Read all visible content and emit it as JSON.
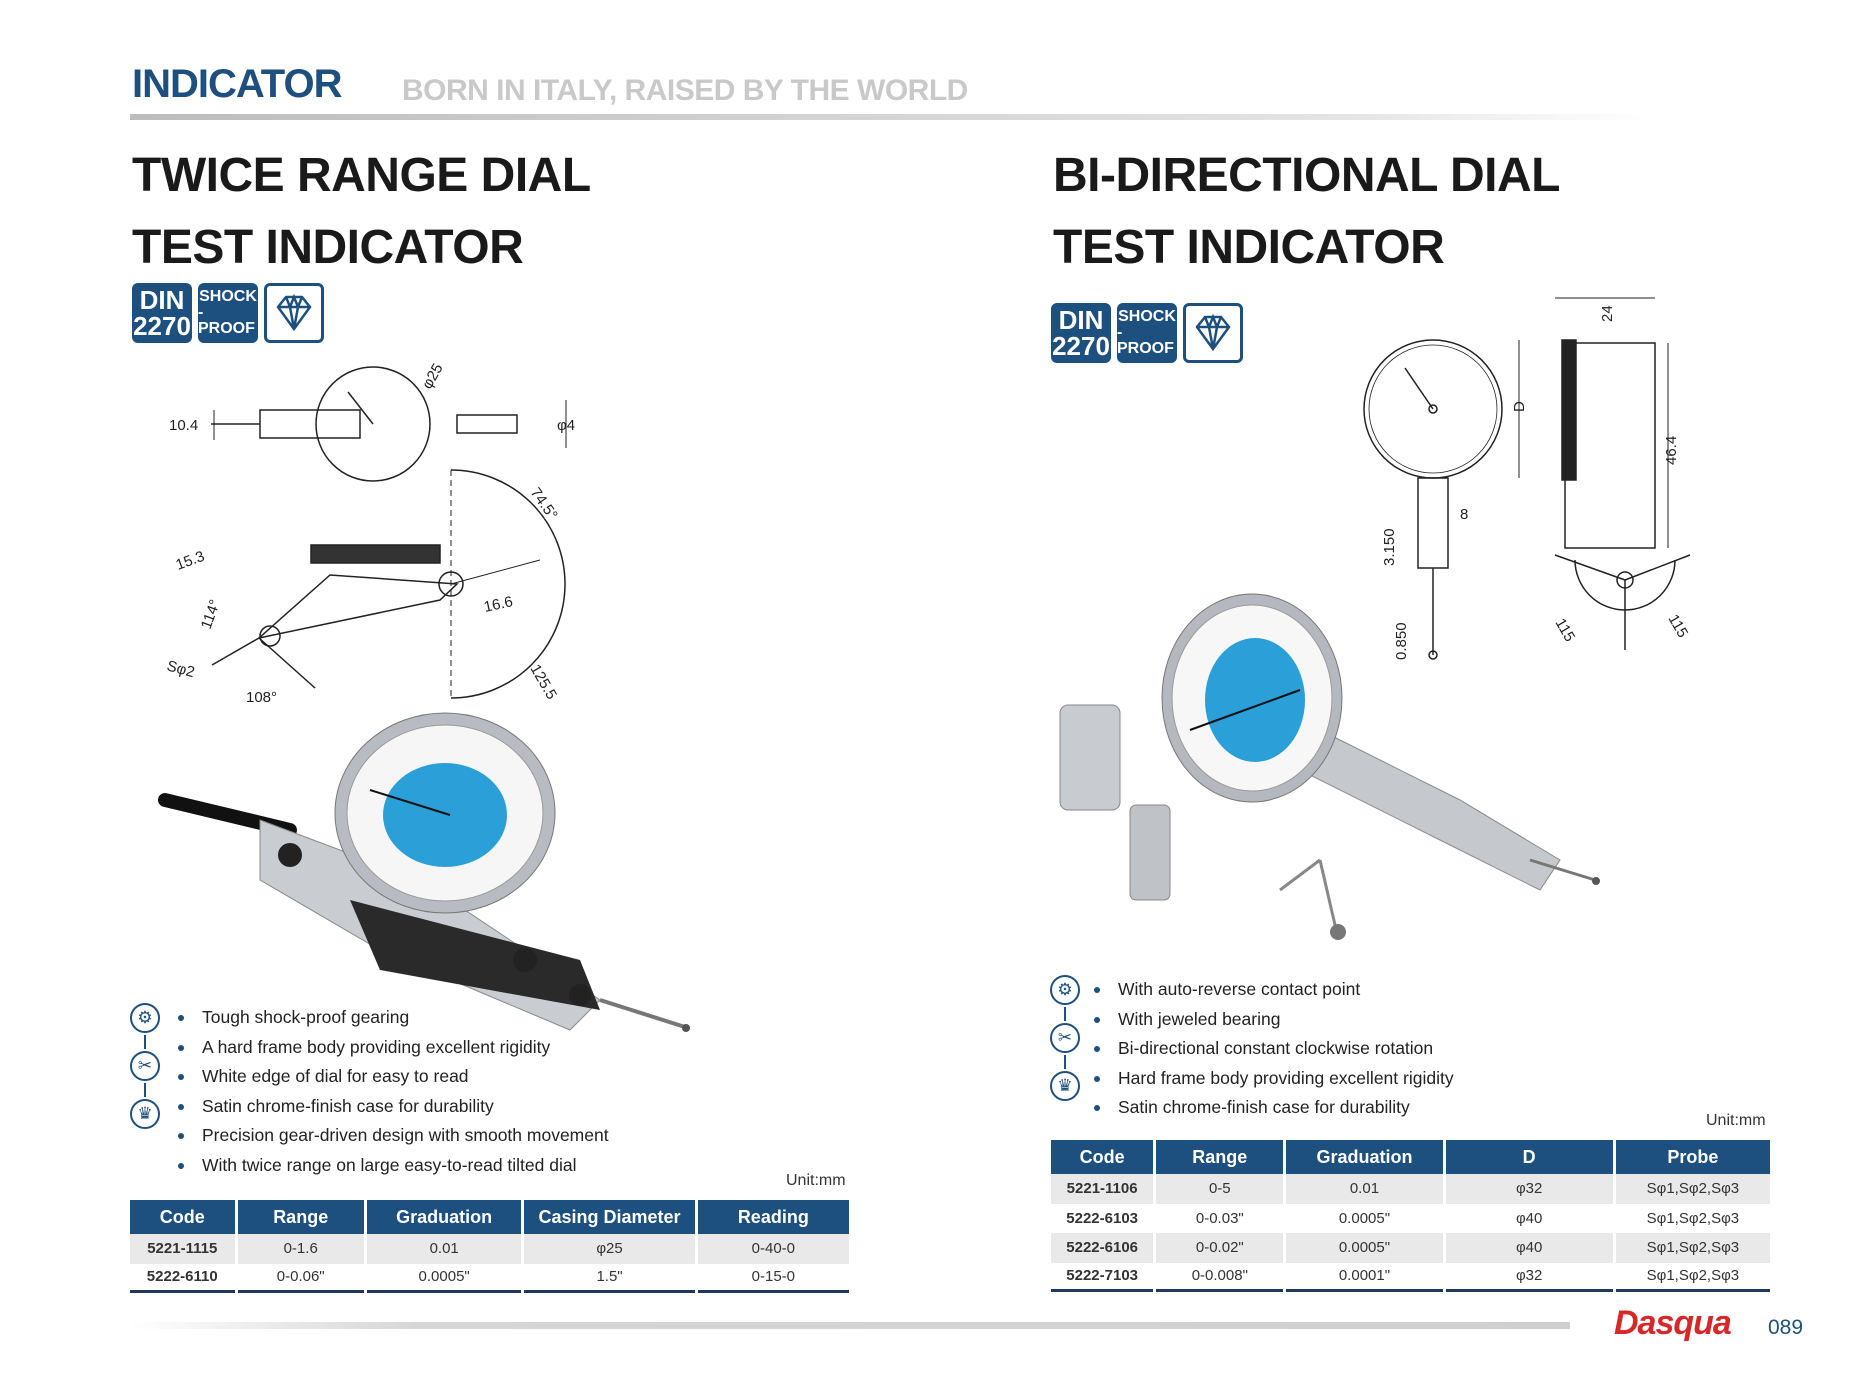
{
  "header": {
    "brand": "INDICATOR",
    "slogan": "BORN IN ITALY, RAISED BY THE WORLD"
  },
  "badges": {
    "din_line1": "DIN",
    "din_line2": "2270",
    "shock_line1": "SHOCK",
    "shock_line2": "-PROOF"
  },
  "left": {
    "title_line1": "TWICE RANGE DIAL",
    "title_line2": "TEST INDICATOR",
    "diagram_labels": {
      "width": "10.4",
      "dial_dia": "φ25",
      "stem_dia": "φ4",
      "angle_sweep": "74.5°",
      "probe_len": "15.3",
      "probe_angle": "114°",
      "offset": "16.6",
      "ball": "Sφ2",
      "angle2": "108°",
      "radius": "125.5"
    },
    "features": [
      "Tough shock-proof gearing",
      "A hard frame body providing excellent rigidity",
      "White edge of dial for easy to read",
      "Satin chrome-finish case for durability",
      "Precision gear-driven design with smooth movement",
      "With twice range on large easy-to-read tilted dial"
    ],
    "unit": "Unit:mm",
    "table": {
      "headers": [
        "Code",
        "Range",
        "Graduation",
        "Casing Diameter",
        "Reading"
      ],
      "rows": [
        [
          "5221-1115",
          "0-1.6",
          "0.01",
          "φ25",
          "0-40-0"
        ],
        [
          "5222-6110",
          "0-0.06\"",
          "0.0005\"",
          "1.5\"",
          "0-15-0"
        ]
      ]
    }
  },
  "right": {
    "title_line1": "BI-DIRECTIONAL DIAL",
    "title_line2": "TEST INDICATOR",
    "diagram_labels": {
      "depth": "24",
      "dial": "D",
      "height": "46.4",
      "width": "8",
      "stem": "3.150",
      "tip": "0.850",
      "angle_left": "115",
      "angle_right": "115"
    },
    "features": [
      "With auto-reverse contact point",
      "With jeweled bearing",
      "Bi-directional constant clockwise rotation",
      "Hard frame body providing excellent rigidity",
      "Satin chrome-finish case for durability"
    ],
    "unit": "Unit:mm",
    "table": {
      "headers": [
        "Code",
        "Range",
        "Graduation",
        "D",
        "Probe"
      ],
      "rows": [
        [
          "5221-1106",
          "0-5",
          "0.01",
          "φ32",
          "Sφ1,Sφ2,Sφ3"
        ],
        [
          "5222-6103",
          "0-0.03\"",
          "0.0005\"",
          "φ40",
          "Sφ1,Sφ2,Sφ3"
        ],
        [
          "5222-6106",
          "0-0.02\"",
          "0.0005\"",
          "φ40",
          "Sφ1,Sφ2,Sφ3"
        ],
        [
          "5222-7103",
          "0-0.008\"",
          "0.0001\"",
          "φ32",
          "Sφ1,Sφ2,Sφ3"
        ]
      ]
    }
  },
  "footer": {
    "logo": "Dasqua",
    "page": "089"
  },
  "colors": {
    "brand_blue": "#1d4f7f",
    "logo_red": "#d62828",
    "dial_blue": "#2a9fd8"
  }
}
